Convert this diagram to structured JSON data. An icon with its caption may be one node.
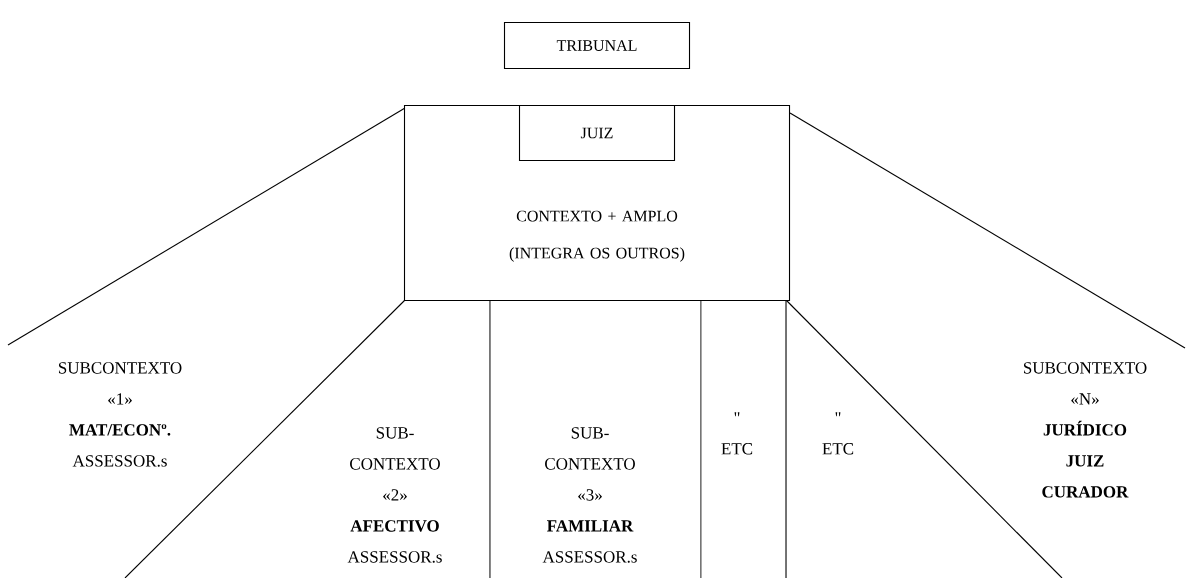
{
  "diagram": {
    "nodes": [
      {
        "text": [
          "TRIBUNAL"
        ]
      },
      {
        "text": [
          "CONTEXTO + AMPLO (INTEGRA OS OUTROS)"
        ]
      },
      {
        "text": [
          "JUIZ"
        ],
        "in": 1
      }
    ],
    "labels": [
      "SUBCONTEXTO «1» **MAT/ECONº.** ASSESSOR.s",
      "SUB- CONTEXTO «2» **AFECTIVO** ASSESSOR.s",
      "SUB- CONTEXTO «3» **FAMILIAR** ASSESSOR.s",
      "\" ETC",
      "\" ETC",
      "SUBCONTEXTO «N» **JURÍDICO JUIZ CURADOR**"
    ]
  }
}
